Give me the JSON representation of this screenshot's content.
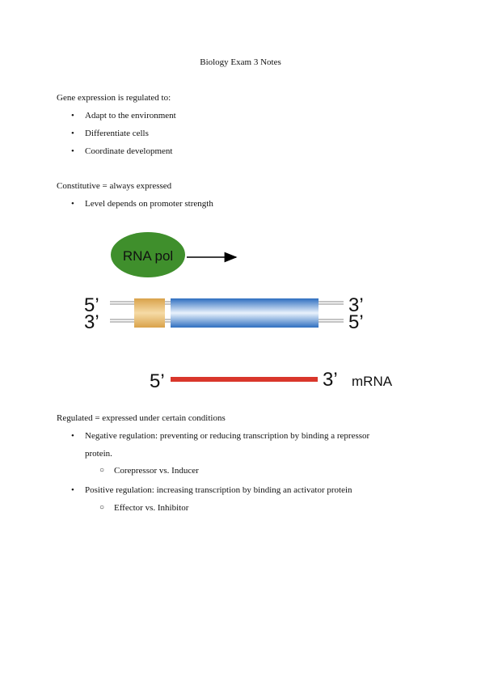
{
  "title": "Biology Exam 3 Notes",
  "section1": {
    "heading": "Gene expression is regulated to:",
    "bullets": [
      "Adapt to the environment",
      "Differentiate cells",
      "Coordinate development"
    ]
  },
  "section2": {
    "heading": "Constitutive = always expressed",
    "bullets": [
      "Level depends on promoter strength"
    ]
  },
  "diagram": {
    "rna_pol_label": "RNA pol",
    "left_top": "5’",
    "left_bottom": "3’",
    "right_top": "3’",
    "right_bottom": "5’",
    "mrna_left": "5’",
    "mrna_right": "3’",
    "mrna_label": "mRNA",
    "colors": {
      "rna_pol": "#3f8f2c",
      "promoter": "#e6b45a",
      "gene": "#4a90d9",
      "mrna": "#d9362b"
    }
  },
  "section3": {
    "heading": "Regulated = expressed under certain conditions",
    "bullet1_line1": "Negative regulation: preventing or reducing transcription by binding a repressor",
    "bullet1_line2": "protein.",
    "sub1": "Corepressor vs. Inducer",
    "bullet2": "Positive regulation: increasing transcription by binding an activator protein",
    "sub2": "Effector vs. Inhibitor"
  }
}
